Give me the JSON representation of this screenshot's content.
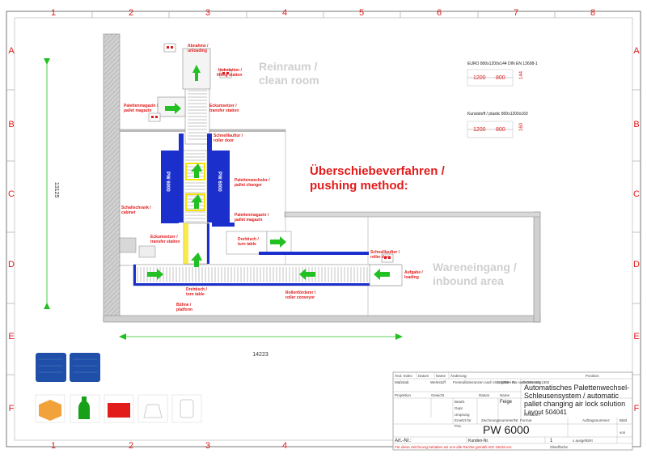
{
  "frame": {
    "columns": [
      "1",
      "2",
      "3",
      "4",
      "5",
      "6",
      "7",
      "8"
    ],
    "rows": [
      "A",
      "B",
      "C",
      "D",
      "E",
      "F"
    ]
  },
  "zones": {
    "clean_room": "Reinraum /",
    "clean_room_en": "clean room",
    "inbound": "Wareneingang /",
    "inbound_en": "inbound area"
  },
  "headline": {
    "line1": "Überschiebeverfahren /",
    "line2": "pushing method:"
  },
  "machine_label": "PW 6000",
  "dimensions": {
    "height": "13125",
    "width": "14223"
  },
  "labels": {
    "unloading": [
      "Abnahme /",
      "unloading"
    ],
    "lifting": [
      "Hubstation /",
      "lifting station"
    ],
    "pallet_mag_top": [
      "Palettenmagazin /",
      "pallet magazin"
    ],
    "transfer_top": [
      "Eckumsetzer /",
      "transfer station"
    ],
    "roller_door_top": [
      "Schnelllauftor /",
      "roller door"
    ],
    "pallet_changer": [
      "Palettenwechsler /",
      "pallet changer"
    ],
    "cabinet": [
      "Schallschrank /",
      "cabinet"
    ],
    "pallet_mag_mid": [
      "Palettenmagazin /",
      "pallet magazin"
    ],
    "transfer_bottom": [
      "Eckumsetzer /",
      "transfer station"
    ],
    "turn_table_right": [
      "Drehtisch /",
      "turn table"
    ],
    "roller_door_right": [
      "Schnelllauftor /",
      "roller door"
    ],
    "loading": [
      "Aufgabe /",
      "loading"
    ],
    "turn_table_bottom": [
      "Drehtisch /",
      "turn table"
    ],
    "platform": [
      "Bühne /",
      "platform"
    ],
    "roller_conveyor": [
      "Rollenförderer /",
      "roller conveyor"
    ]
  },
  "pallet_specs": {
    "euro_title": "EURO 800x1200x144  DIN EN 13698-1",
    "euro_dims": [
      "1200",
      "800",
      "144"
    ],
    "plastic_title": "Kunststoff / plastic 800x1200x160",
    "plastic_dims": [
      "1200",
      "800",
      "160"
    ]
  },
  "title_block": {
    "headers": [
      "Änd.-Index",
      "Datum",
      "Name",
      "Änderung:"
    ],
    "position_label": "Position:",
    "title": "Automatisches Palettenwechsel-Schleusensystem / automatic pallet changing air lock solution",
    "title_lines": [
      "Automatisches Palettenwechsel-",
      "Schleusensystem / automatic",
      "pallet changing air lock solution"
    ],
    "layout_no": "Layout 504041",
    "drawing_no": "PW 6000",
    "name_value": "Feige",
    "quantity": "1",
    "quantity_label": "x ausgeführt",
    "art_nr": "Art.-Nr.:",
    "kunden_nr": "Kunden-Nr.",
    "footer": "Für diese Zeichnung behalten wir uns alle Rechte gemäß ISO 16016 vor.",
    "surface": "Oberfläche",
    "fields": {
      "massstab": "Maßstab",
      "werkstoff": "Werkstoff",
      "freimass": "Freimaßtoleranzen nach ISO 2768 - m",
      "angaben": "Angaben Ra nach DIN ISO 1302",
      "benennung": "Benennung",
      "projektion": "Projektion",
      "gewicht": "Gewicht",
      "bearb": "Bearb.",
      "datum": "Datum",
      "name": "Name",
      "gepr": "Gepr.",
      "ursprung": "Ursprung",
      "ersetzt": "Ersetzt für",
      "kennwort": "Kennwort",
      "pos": "Pos.",
      "zeichnungsnr": "Zeichnungsnummer/Nr. Format",
      "auftrag": "Auftragsnummer:",
      "blatt": "Blatt",
      "von": "von"
    }
  },
  "colors": {
    "red": "#e21b1b",
    "blue": "#1a2fcc",
    "green": "#22c022",
    "yellow": "#f5e400"
  }
}
